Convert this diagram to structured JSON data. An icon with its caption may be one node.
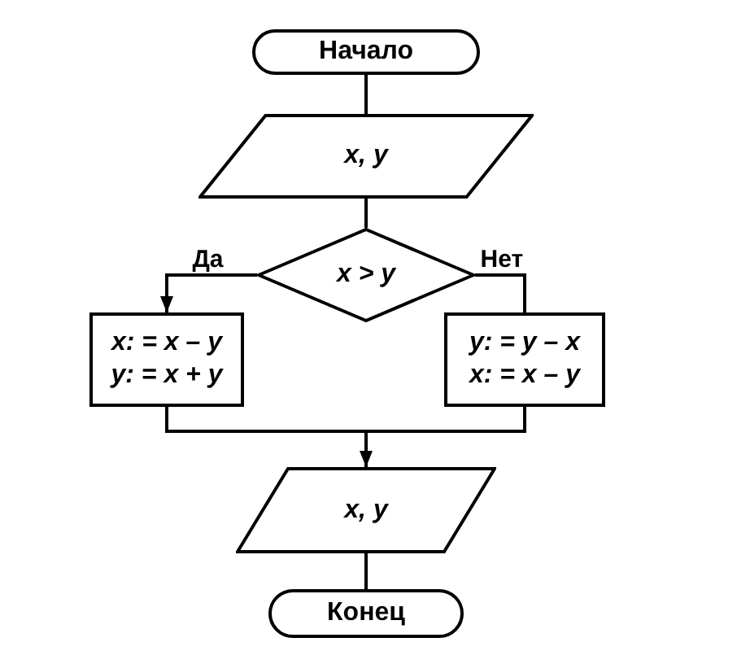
{
  "diagram": {
    "nodes": [
      {
        "text": [
          "Начало"
        ]
      },
      {
        "text": [
          "x, y"
        ]
      },
      {
        "text": [
          "x > y"
        ]
      },
      {
        "text": [
          "x: = x – y",
          "y: = x + y"
        ]
      },
      {
        "text": [
          "y: = y – x",
          "x: = x – y"
        ]
      },
      {
        "text": [
          "x, y"
        ]
      },
      {
        "text": [
          "Конец"
        ]
      }
    ],
    "edges": [
      {
        "from": 0,
        "to": 1,
        "arrow": "none"
      },
      {
        "from": 1,
        "to": 2,
        "arrow": "none"
      },
      {
        "from": 2,
        "to": 3,
        "arrow": "to",
        "label": "Да"
      },
      {
        "from": 2,
        "to": 4,
        "arrow": "none",
        "label": "Нет"
      },
      {
        "from": 3,
        "to": 5,
        "arrow": "none"
      },
      {
        "from": 4,
        "to": 5,
        "arrow": "to"
      },
      {
        "from": 5,
        "to": 6,
        "arrow": "none"
      }
    ]
  }
}
